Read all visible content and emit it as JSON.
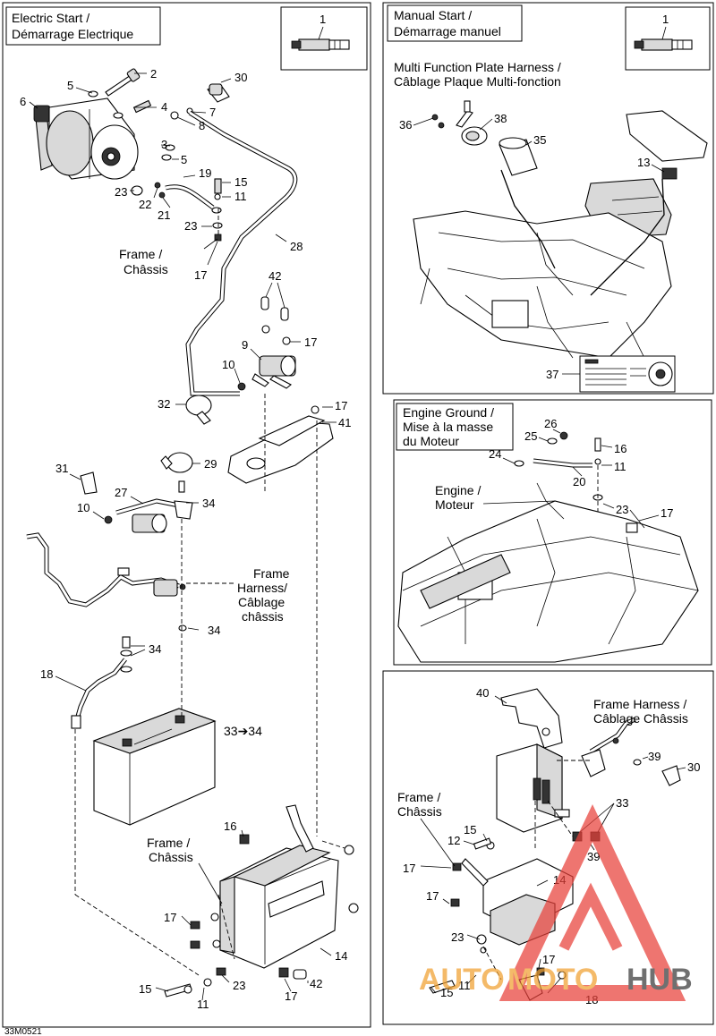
{
  "panels": {
    "electric_start": {
      "title_en": "Electric Start /",
      "title_fr": "Démarrage Electrique"
    },
    "manual_start": {
      "title_en": "Manual Start /",
      "title_fr": "Démarrage manuel"
    },
    "engine_ground": {
      "title_en": "Engine Ground /",
      "title_fr1": "Mise à la masse",
      "title_fr2": "du Moteur"
    }
  },
  "inset_ref": "1",
  "labels": {
    "frame_1": "Frame /",
    "chassis_1": "Châssis",
    "frame_harness_en": "Frame",
    "frame_harness_en2": "Harness/",
    "frame_harness_fr1": "Câblage",
    "frame_harness_fr2": "châssis",
    "frame_2": "Frame /",
    "chassis_2": "Châssis",
    "multi_plate_en": "Multi Function Plate Harness /",
    "multi_plate_fr": "Câblage Plaque Multi-fonction",
    "engine_en": "Engine /",
    "engine_fr": "Moteur",
    "frame_harness_r_en": "Frame Harness /",
    "frame_harness_r_fr": "Câblage Châssis",
    "frame_3": "Frame /",
    "chassis_3": "Châssis",
    "kit_note": "33➔34",
    "figure_code": "33M0521"
  },
  "callouts": {
    "c2": "2",
    "c30": "30",
    "c5a": "5",
    "c4": "4",
    "c6": "6",
    "c7": "7",
    "c8": "8",
    "c3": "3",
    "c5b": "5",
    "c19": "19",
    "c15a": "15",
    "c11a": "11",
    "c23a": "23",
    "c22": "22",
    "c21": "21",
    "c23b": "23",
    "c17a": "17",
    "c28": "28",
    "c42a": "42",
    "c17b": "17",
    "c9": "9",
    "c10a": "10",
    "c32": "32",
    "c17c": "17",
    "c41": "41",
    "c31": "31",
    "c29": "29",
    "c27": "27",
    "c34a": "34",
    "c10b": "10",
    "c34b": "34",
    "c34c": "34",
    "c18a": "18",
    "c16a": "16",
    "c17d": "17",
    "c14a": "14",
    "c15b": "15",
    "c11b": "11",
    "c23c": "23",
    "c17e": "17",
    "c42b": "42",
    "c36": "36",
    "c38": "38",
    "c35": "35",
    "c13": "13",
    "c37": "37",
    "c26": "26",
    "c25": "25",
    "c16b": "16",
    "c24": "24",
    "c11c": "11",
    "c20": "20",
    "c23d": "23",
    "c17f": "17",
    "c40": "40",
    "c39a": "39",
    "c30b": "30",
    "c33": "33",
    "c15c": "15",
    "c12": "12",
    "c17g": "17",
    "c17h": "17",
    "c14b": "14",
    "c39b": "39",
    "c23e": "23",
    "c17i": "17",
    "c11d": "11",
    "c15d": "15",
    "c18b": "18"
  },
  "watermark": {
    "auto": "AUTO",
    "moto": "MOTO",
    "hub": "HUB",
    "color_red": "#e8413a",
    "color_orange": "#f0a030",
    "color_dark": "#3a3a3a"
  }
}
